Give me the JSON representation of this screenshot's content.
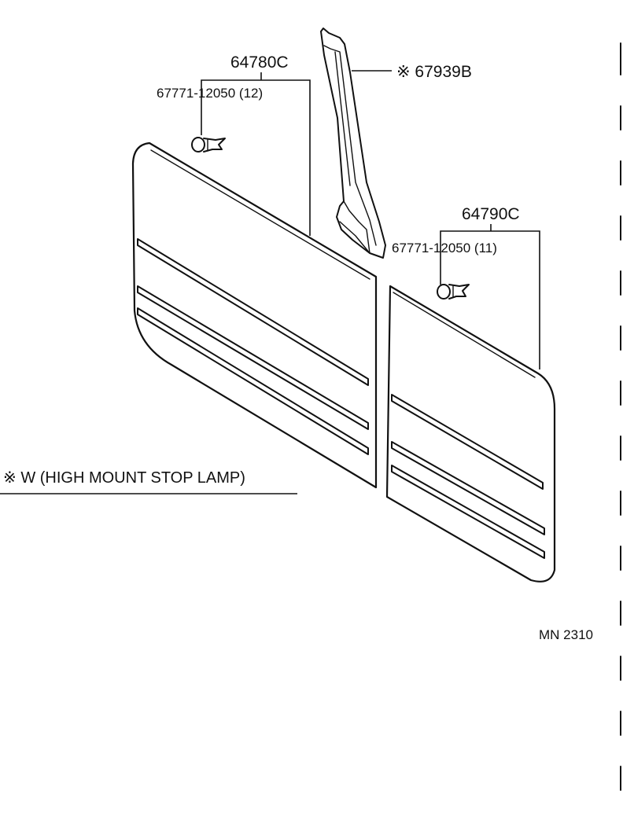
{
  "labels": {
    "left_panel_part": "64780C",
    "left_clip_part": "67771-12050 (12)",
    "pillar_trim_part": "※ 67939B",
    "right_panel_part": "64790C",
    "right_clip_part": "67771-12050 (11)",
    "note": "※ W (HIGH MOUNT STOP LAMP)",
    "diagram_id": "MN 2310"
  }
}
